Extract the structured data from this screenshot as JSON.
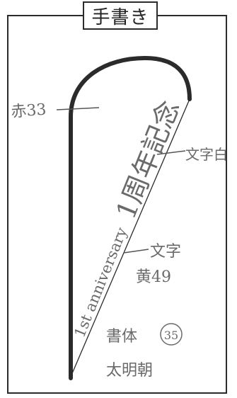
{
  "title": "手書き",
  "labels": {
    "left_color": "赤33",
    "right_text_color": "文字白",
    "main_text": "1周年記念",
    "sub_text": "1st anniversary",
    "text_label": "文字",
    "text_color": "黄49",
    "font_label": "書体",
    "font_number": "35",
    "font_name": "太明朝"
  },
  "colors": {
    "ink": "#2b2b2b",
    "pencil": "#6a6a6a"
  }
}
